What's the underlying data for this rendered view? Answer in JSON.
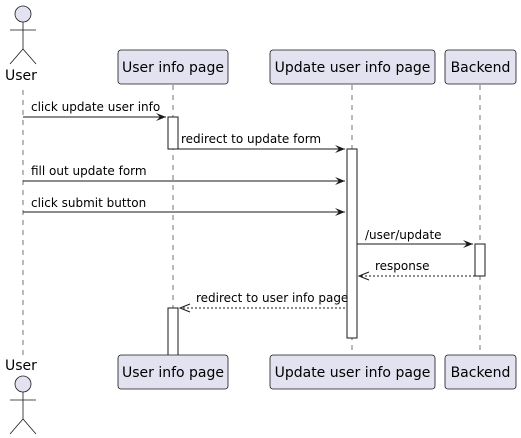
{
  "diagram": {
    "participants": [
      {
        "id": "user",
        "label": "User",
        "kind": "actor"
      },
      {
        "id": "info",
        "label": "User info page",
        "kind": "box"
      },
      {
        "id": "update",
        "label": "Update user info page",
        "kind": "box"
      },
      {
        "id": "backend",
        "label": "Backend",
        "kind": "box"
      }
    ],
    "messages": [
      {
        "from": "user",
        "to": "info",
        "label": "click update user info",
        "style": "solid"
      },
      {
        "from": "info",
        "to": "update",
        "label": "redirect to update form",
        "style": "solid"
      },
      {
        "from": "user",
        "to": "update",
        "label": "fill out update form",
        "style": "solid"
      },
      {
        "from": "user",
        "to": "update",
        "label": "click submit button",
        "style": "solid"
      },
      {
        "from": "update",
        "to": "backend",
        "label": "/user/update",
        "style": "solid"
      },
      {
        "from": "backend",
        "to": "update",
        "label": "response",
        "style": "dashed"
      },
      {
        "from": "update",
        "to": "info",
        "label": "redirect to user info page",
        "style": "dashed"
      }
    ],
    "colors": {
      "participant_fill": "#E2E2F0",
      "participant_stroke": "#181818",
      "lifeline": "#181818",
      "activation_fill": "#FFFFFF"
    }
  }
}
